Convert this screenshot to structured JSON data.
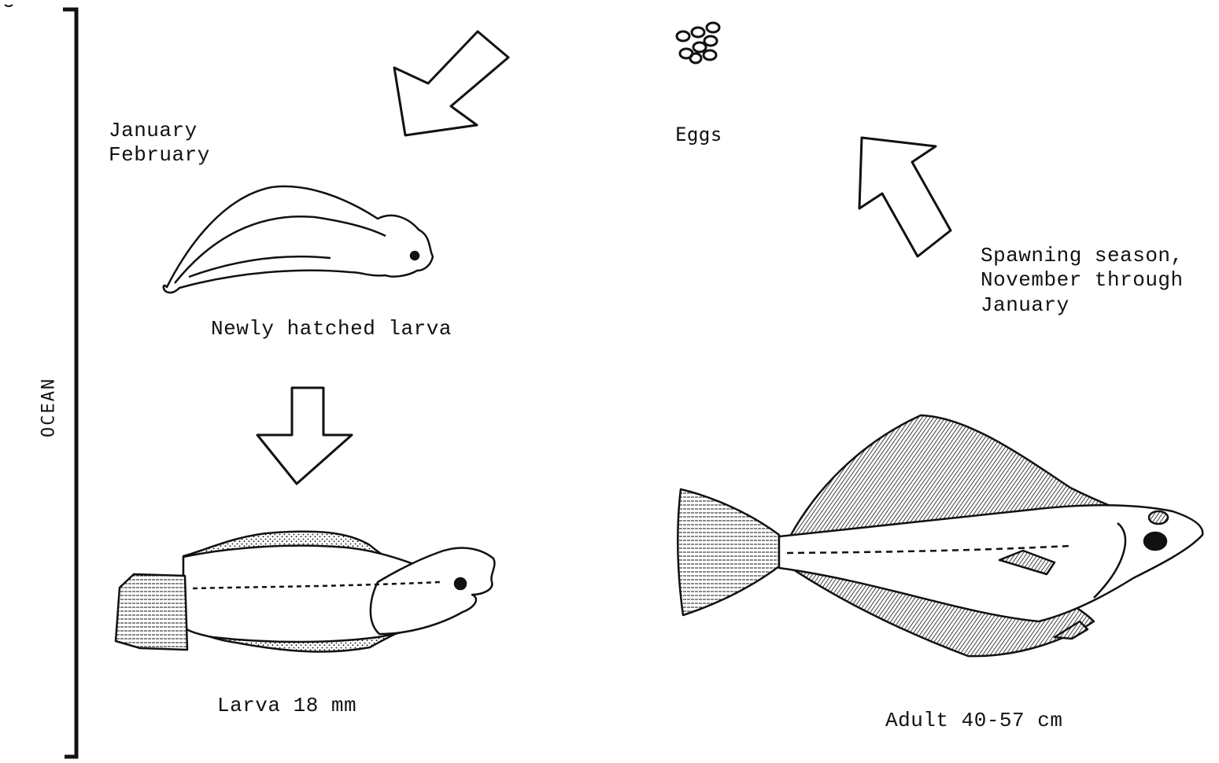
{
  "ocean_label": "OCEAN",
  "stages": {
    "hatch_months": [
      "January",
      "February"
    ],
    "newly_hatched": "Newly hatched larva",
    "larva": "Larva 18 mm",
    "adult": "Adult 40-57 cm",
    "eggs": "Eggs",
    "spawning": [
      "Spawning season,",
      "November through",
      "January"
    ]
  },
  "colors": {
    "ink": "#111111",
    "paper": "#ffffff"
  }
}
